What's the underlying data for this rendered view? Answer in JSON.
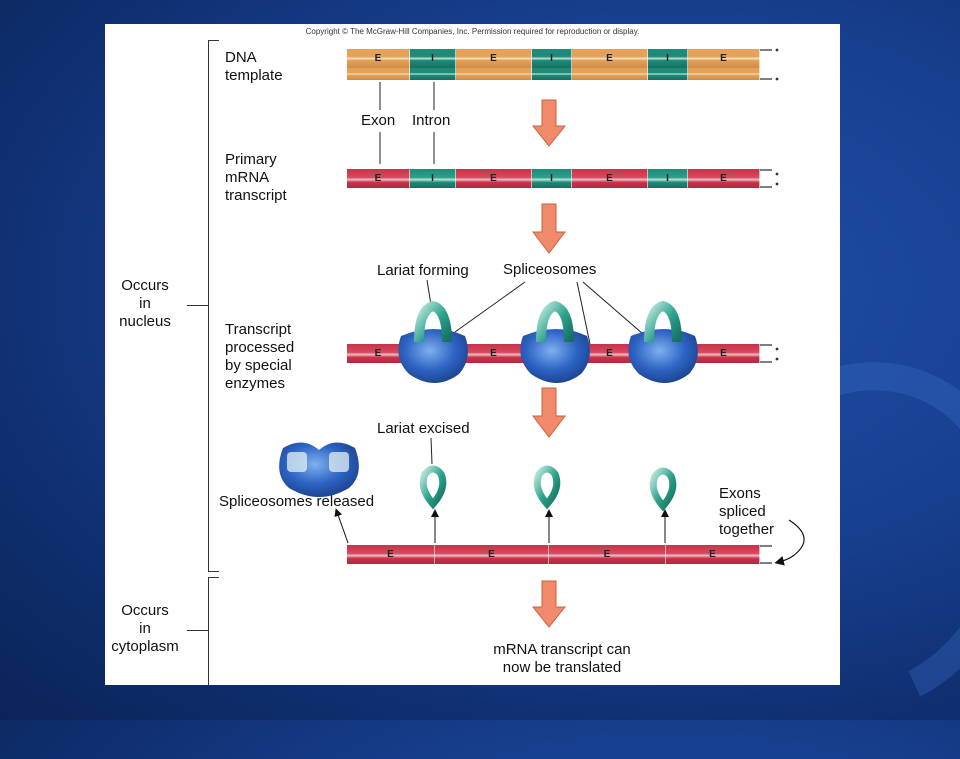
{
  "copyright": "Copyright © The McGraw-Hill Companies, Inc. Permission required for reproduction or display.",
  "labels": {
    "dna_template": [
      "DNA",
      "template"
    ],
    "exon": "Exon",
    "intron": "Intron",
    "primary_transcript": [
      "Primary",
      "mRNA",
      "transcript"
    ],
    "lariat_forming": "Lariat forming",
    "spliceosomes": "Spliceosomes",
    "processed": [
      "Transcript",
      "processed",
      "by special",
      "enzymes"
    ],
    "lariat_excised": "Lariat excised",
    "spliceosomes_released": "Spliceosomes released",
    "exons_spliced": [
      "Exons",
      "spliced",
      "together"
    ],
    "translated": [
      "mRNA transcript can",
      "now be translated"
    ],
    "nucleus": [
      "Occurs",
      "in",
      "nucleus"
    ],
    "cytoplasm": [
      "Occurs",
      "in",
      "cytoplasm"
    ]
  },
  "segments": {
    "dna": [
      "E",
      "I",
      "E",
      "I",
      "E",
      "I",
      "E"
    ],
    "primary": [
      "E",
      "I",
      "E",
      "I",
      "E",
      "I",
      "E"
    ],
    "processed": [
      "E",
      "",
      "E",
      "",
      "E",
      "",
      "E"
    ],
    "spliced": [
      "E",
      "E",
      "E",
      "E"
    ]
  },
  "colors": {
    "exon_dna": "#e3a15a",
    "intron": "#1f8a78",
    "exon_rna": "#c8324a",
    "arrow": "#f08a6a",
    "spliceosome": "#2e64c4"
  }
}
